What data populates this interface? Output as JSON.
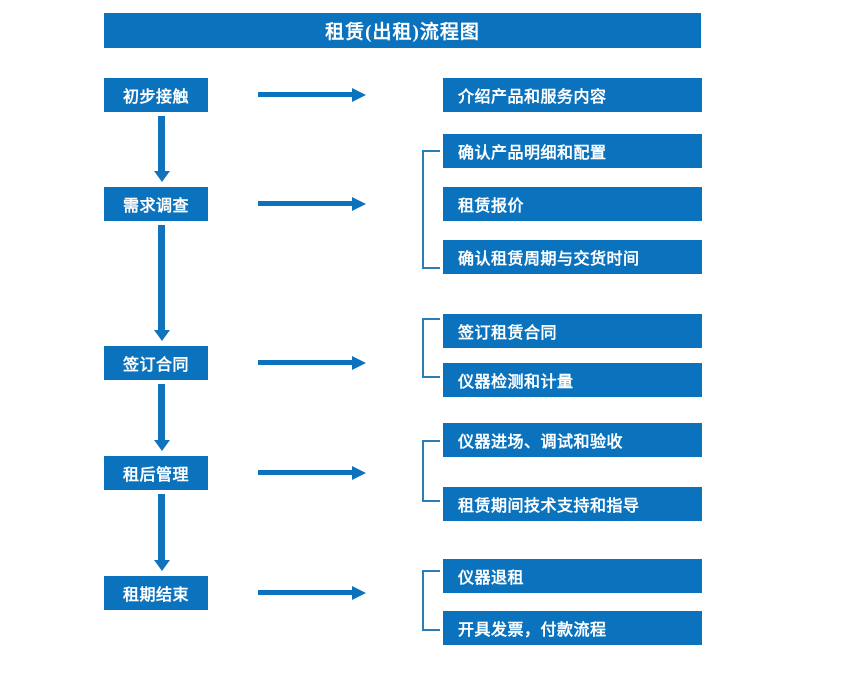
{
  "title": "租赁(出租)流程图",
  "colors": {
    "box_blue": "#0b72bd",
    "arrow_blue": "#1173bb",
    "bracket_blue": "#2b7cb8",
    "text_white": "#ffffff",
    "background": "#ffffff"
  },
  "stages": [
    {
      "id": "stage-1",
      "label": "初步接触"
    },
    {
      "id": "stage-2",
      "label": "需求调查"
    },
    {
      "id": "stage-3",
      "label": "签订合同"
    },
    {
      "id": "stage-4",
      "label": "租后管理"
    },
    {
      "id": "stage-5",
      "label": "租期结束"
    }
  ],
  "details": [
    {
      "id": "detail-1",
      "label": "介绍产品和服务内容",
      "stage": "初步接触"
    },
    {
      "id": "detail-2",
      "label": "确认产品明细和配置",
      "stage": "需求调查"
    },
    {
      "id": "detail-3",
      "label": "租赁报价",
      "stage": "需求调查"
    },
    {
      "id": "detail-4",
      "label": "确认租赁周期与交货时间",
      "stage": "需求调查"
    },
    {
      "id": "detail-5",
      "label": "签订租赁合同",
      "stage": "签订合同"
    },
    {
      "id": "detail-6",
      "label": "仪器检测和计量",
      "stage": "签订合同"
    },
    {
      "id": "detail-7",
      "label": "仪器进场、调试和验收",
      "stage": "租后管理"
    },
    {
      "id": "detail-8",
      "label": "租赁期间技术支持和指导",
      "stage": "租后管理"
    },
    {
      "id": "detail-9",
      "label": "仪器退租",
      "stage": "租期结束"
    },
    {
      "id": "detail-10",
      "label": "开具发票，付款流程",
      "stage": "租期结束"
    }
  ],
  "connectors": {
    "horizontal_arrow_count": 5,
    "vertical_arrow_count": 4,
    "bracket_count": 4
  }
}
